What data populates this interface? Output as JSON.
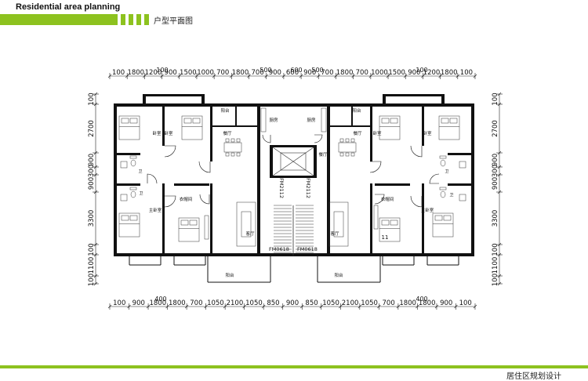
{
  "header": {
    "title": "Residential area planning",
    "subtitle": "户型平面图",
    "accent": "#8dc21f"
  },
  "footer": {
    "label": "居住区规划设计",
    "line_color": "#8dc21f"
  },
  "plan": {
    "dims_top": [
      "100",
      "1800",
      "1200",
      "900",
      "1500",
      "1000",
      "700",
      "1800",
      "700",
      "900",
      "600",
      "900",
      "700",
      "1800",
      "700",
      "1000",
      "1500",
      "900",
      "1200",
      "1800",
      "100"
    ],
    "dims_top_upper": [
      "100",
      "500",
      "600",
      "500",
      "100"
    ],
    "dims_bottom": [
      "100",
      "900",
      "1800",
      "1800",
      "700",
      "1050",
      "2100",
      "1050",
      "850",
      "900",
      "850",
      "1050",
      "2100",
      "1050",
      "700",
      "1800",
      "1800",
      "900",
      "100"
    ],
    "dims_bottom_upper": [
      "400",
      "400"
    ],
    "dims_left": [
      "100",
      "2700",
      "900",
      "300",
      "900",
      "3300",
      "100",
      "1100",
      "100"
    ],
    "dims_right": [
      "100",
      "2700",
      "900",
      "300",
      "900",
      "3300",
      "100",
      "1100",
      "100"
    ],
    "rooms": {
      "bedroom": "卧室",
      "master_bedroom": "主卧室",
      "balcony": "阳台",
      "kitchen": "厨房",
      "dining": "餐厅",
      "living": "客厅",
      "toilet": "卫",
      "cloakroom": "衣帽间"
    },
    "doors": {
      "fm_left": "FM2112",
      "fm_right": "FM2112",
      "fm_bottom_left": "FM0618",
      "fm_bottom_right": "FM0618",
      "bed_number": "11"
    }
  }
}
